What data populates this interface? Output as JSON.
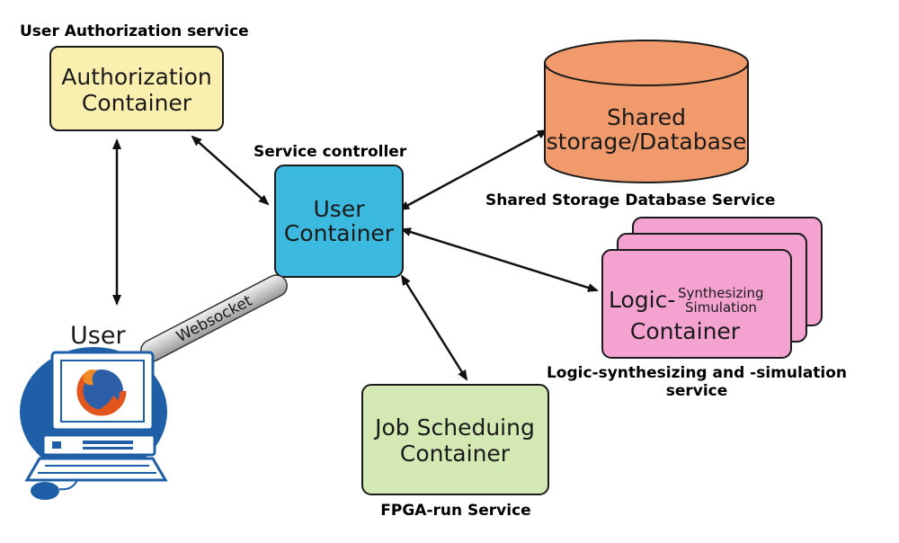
{
  "authorization": {
    "caption": "User Authorization service",
    "line1": "Authorization",
    "line2": "Container",
    "color": "#fbefb0"
  },
  "controller": {
    "caption": "Service controller",
    "line1": "User",
    "line2": "Container",
    "color": "#3bb9de"
  },
  "storage": {
    "caption": "Shared Storage Database Service",
    "line1": "Shared",
    "line2": "storage/Database",
    "color": "#f19a6c"
  },
  "logic": {
    "caption_line1": "Logic-synthesizing and -simulation",
    "caption_line2": "service",
    "prefix": "Logic-",
    "sup1": "Synthesizing",
    "sup2": "Simulation",
    "line2": "Container",
    "color": "#f4a3d1"
  },
  "job": {
    "caption": "FPGA-run Service",
    "line1": "Job Scheduing",
    "line2": "Container",
    "color": "#d3e8b3"
  },
  "user": {
    "label": "User",
    "websocket_label": "Websocket",
    "icon": "computer-with-browser-icon"
  },
  "colors": {
    "arrow": "#111111",
    "icon_blue": "#1f5fa8"
  }
}
